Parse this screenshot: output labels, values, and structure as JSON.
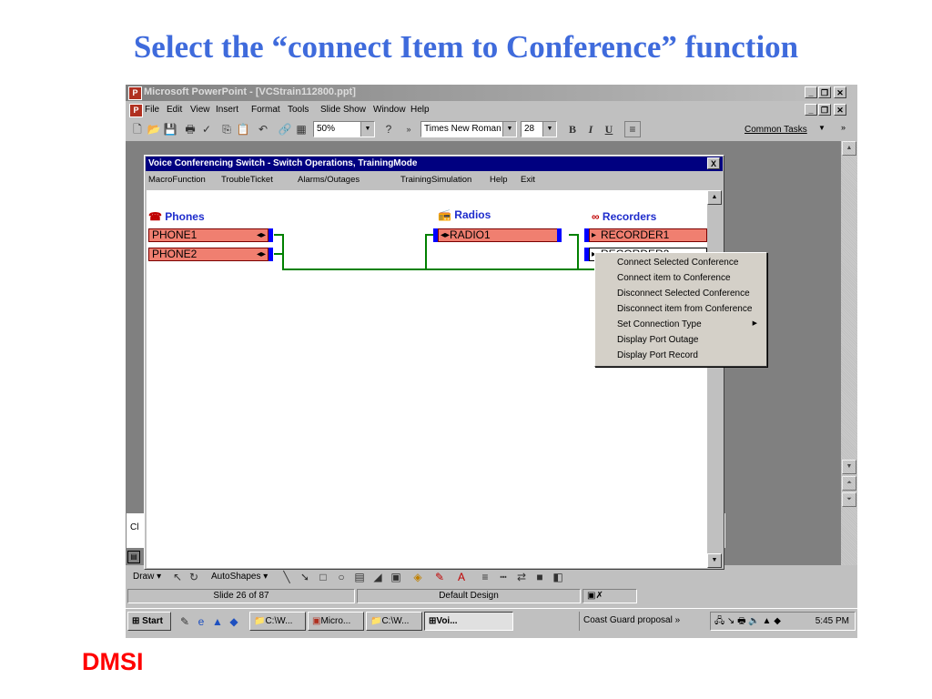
{
  "slide": {
    "title": "Select the “connect Item to Conference” function",
    "footer_logo": "DMSI"
  },
  "powerpoint": {
    "title": "Microsoft PowerPoint - [VCStrain112800.ppt]",
    "app_icon": "P",
    "menu": [
      "File",
      "Edit",
      "View",
      "Insert",
      "Format",
      "Tools",
      "Slide Show",
      "Window",
      "Help"
    ],
    "zoom": "50%",
    "font": "Times New Roman",
    "font_size": "28",
    "bold": "B",
    "italic": "I",
    "underline": "U",
    "common_tasks": "Common Tasks",
    "notes_text": "Cl",
    "draw_label": "Draw",
    "autoshapes_label": "AutoShapes",
    "status": {
      "slide": "Slide 26 of 87",
      "design": "Default Design"
    }
  },
  "dialog": {
    "title": "Voice Conferencing Switch - Switch Operations,  TrainingMode",
    "menu": [
      "MacroFunction",
      "TroubleTicket",
      "Alarms/Outages",
      "TrainingSimulation",
      "Help",
      "Exit"
    ],
    "close": "X",
    "groups": {
      "phones": "Phones",
      "radios": "Radios",
      "recorders": "Recorders"
    },
    "items": {
      "phone1": "PHONE1",
      "phone2": "PHONE2",
      "radio1": "RADIO1",
      "recorder1": "RECORDER1",
      "recorder2": "RECORDER2"
    },
    "line_color": "#008000",
    "item_color": "#f07f70",
    "port_color": "#0000ff"
  },
  "context_menu": {
    "items": [
      "Connect Selected Conference",
      "Connect item to Conference",
      "Disconnect Selected Conference",
      "Disconnect item from Conference",
      "Set Connection Type",
      "Display Port Outage",
      "Display Port Record"
    ]
  },
  "taskbar": {
    "start": "Start",
    "tasks": [
      "C:\\W...",
      "Micro...",
      "C:\\W...",
      "Voi..."
    ],
    "other": "Coast Guard proposal",
    "clock": "5:45 PM"
  },
  "colors": {
    "title_blue": "#3f6bdc",
    "logo_red": "#ff0000"
  }
}
